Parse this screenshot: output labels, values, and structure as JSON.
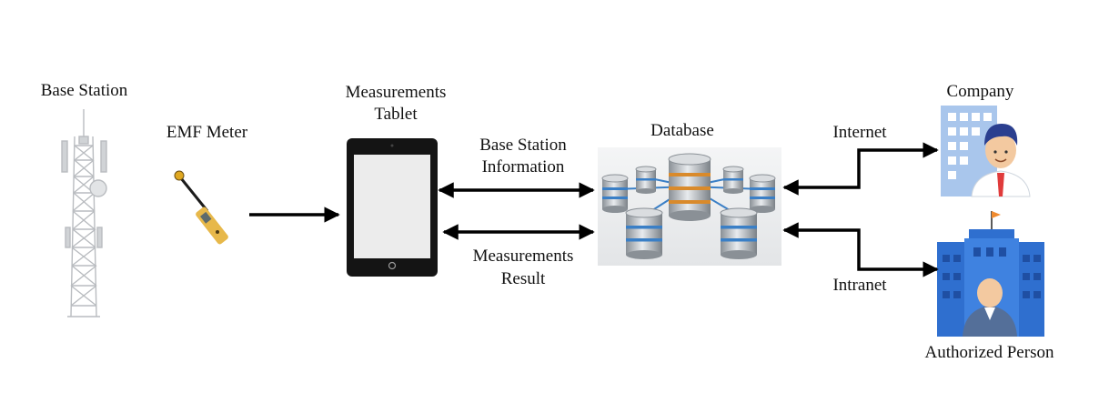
{
  "labels": {
    "base_station": "Base Station",
    "emf_meter": "EMF Meter",
    "tablet_line1": "Measurements",
    "tablet_line2": "Tablet",
    "bs_info_line1": "Base Station",
    "bs_info_line2": "Information",
    "meas_result_line1": "Measurements",
    "meas_result_line2": "Result",
    "database": "Database",
    "internet": "Internet",
    "intranet": "Intranet",
    "company": "Company",
    "authorized_person": "Authorized Person"
  },
  "icons": {
    "tower": "cell-tower-icon",
    "meter": "emf-meter-icon",
    "tablet": "tablet-icon",
    "database": "database-cluster-icon",
    "company": "company-person-icon",
    "authorized": "authorized-building-icon"
  },
  "colors": {
    "arrow": "#000000",
    "db_ring": "#d98a2b",
    "db_blue": "#3a7fc6",
    "building_blue": "#2f6fcf",
    "tie": "#e03b3b"
  }
}
